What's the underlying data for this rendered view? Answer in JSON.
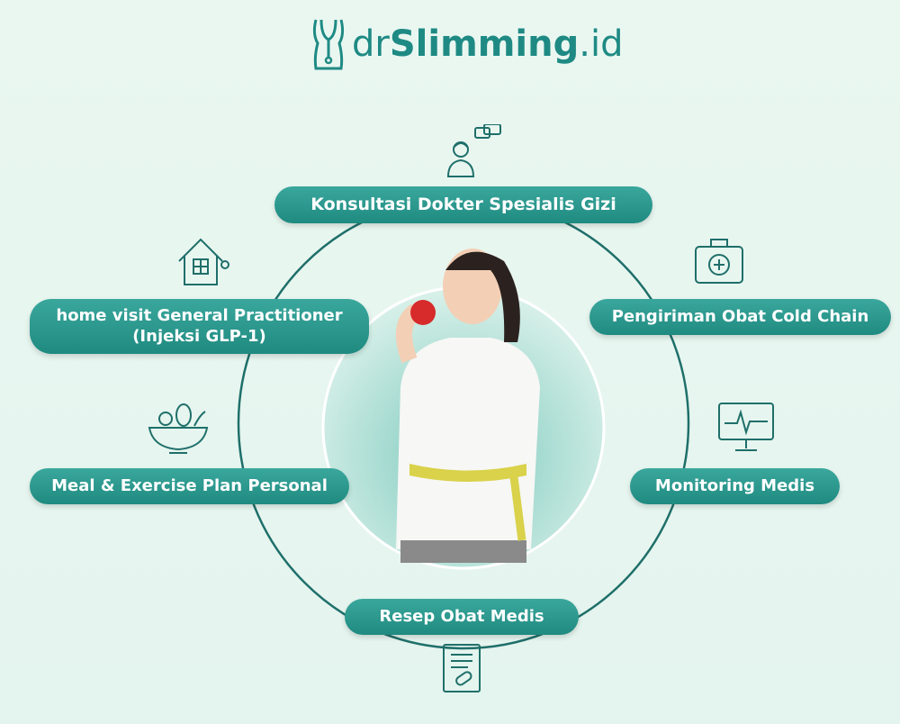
{
  "logo": {
    "prefix": "dr",
    "brand": "Slimming",
    "suffix": ".id"
  },
  "services": {
    "konsultasi": "Konsultasi Dokter Spesialis Gizi",
    "home_visit_line1": "home visit General Practitioner",
    "home_visit_line2": "(Injeksi GLP-1)",
    "pengiriman": "Pengiriman Obat Cold Chain",
    "meal": "Meal & Exercise Plan Personal",
    "monitoring": "Monitoring Medis",
    "resep": "Resep Obat Medis"
  },
  "colors": {
    "accent": "#1f8a84",
    "background": "#e8f6f0"
  }
}
